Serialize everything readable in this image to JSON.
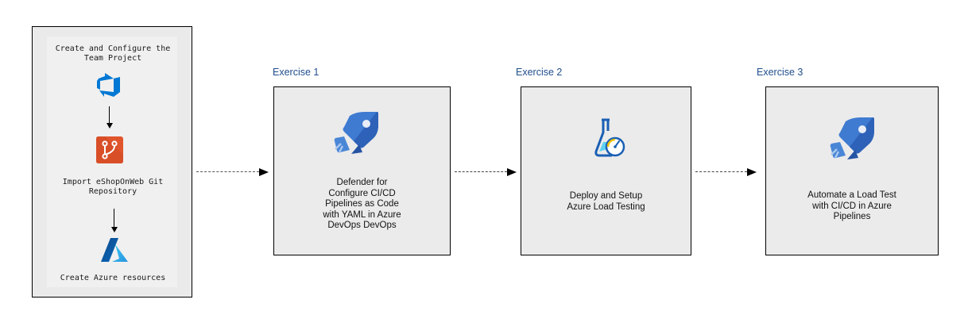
{
  "prep": {
    "step1": [
      "Create and Configure the",
      "Team Project"
    ],
    "step2": [
      "Import eShopOnWeb Git",
      "Repository"
    ],
    "step3": [
      "Create Azure resources"
    ],
    "icons": [
      "azure-devops-icon",
      "azure-repos-icon",
      "azure-icon"
    ]
  },
  "exercises": [
    {
      "label": "Exercise 1",
      "icon": "azure-pipelines-icon",
      "text": [
        "Defender for",
        "Configure CI/CD",
        "Pipelines as Code",
        "with YAML in Azure",
        "DevOps DevOps"
      ]
    },
    {
      "label": "Exercise 2",
      "icon": "azure-load-testing-icon",
      "text": [
        "Deploy and Setup",
        "Azure Load Testing"
      ]
    },
    {
      "label": "Exercise 3",
      "icon": "azure-pipelines-icon",
      "text": [
        "Automate a Load Test",
        "with CI/CD in Azure",
        "Pipelines"
      ]
    }
  ],
  "colors": {
    "label": "#1f4e8c",
    "box_fill": "#ebebeb",
    "devops_blue": "#0078d4",
    "repos_orange": "#e0552b"
  }
}
